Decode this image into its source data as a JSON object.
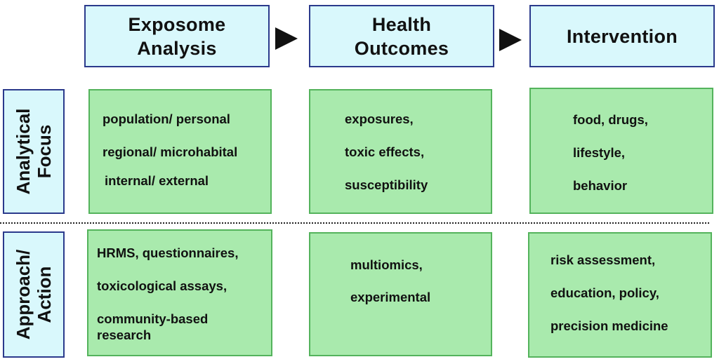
{
  "stages": [
    {
      "lines": [
        "Exposome",
        "Analysis"
      ]
    },
    {
      "lines": [
        "Health",
        "Outcomes"
      ]
    },
    {
      "lines": [
        "Intervention"
      ]
    }
  ],
  "rows": [
    {
      "lines": [
        "Analytical",
        "Focus"
      ]
    },
    {
      "lines": [
        "Approach/",
        "Action"
      ]
    }
  ],
  "cells": {
    "focus": [
      [
        "population/ personal",
        "regional/ microhabital",
        "internal/ external"
      ],
      [
        "exposures,",
        "toxic effects,",
        "susceptibility"
      ],
      [
        "food, drugs,",
        "lifestyle,",
        "behavior"
      ]
    ],
    "action": [
      [
        "HRMS, questionnaires,",
        "toxicological assays,",
        "community-based",
        "research"
      ],
      [
        "multiomics,",
        "experimental"
      ],
      [
        "risk assessment,",
        "education, policy,",
        "precision medicine"
      ]
    ]
  },
  "colors": {
    "header_fill": "#d9f8fc",
    "header_border": "#2b3a8c",
    "cell_fill": "#a9eaad",
    "cell_border": "#54b35c"
  }
}
